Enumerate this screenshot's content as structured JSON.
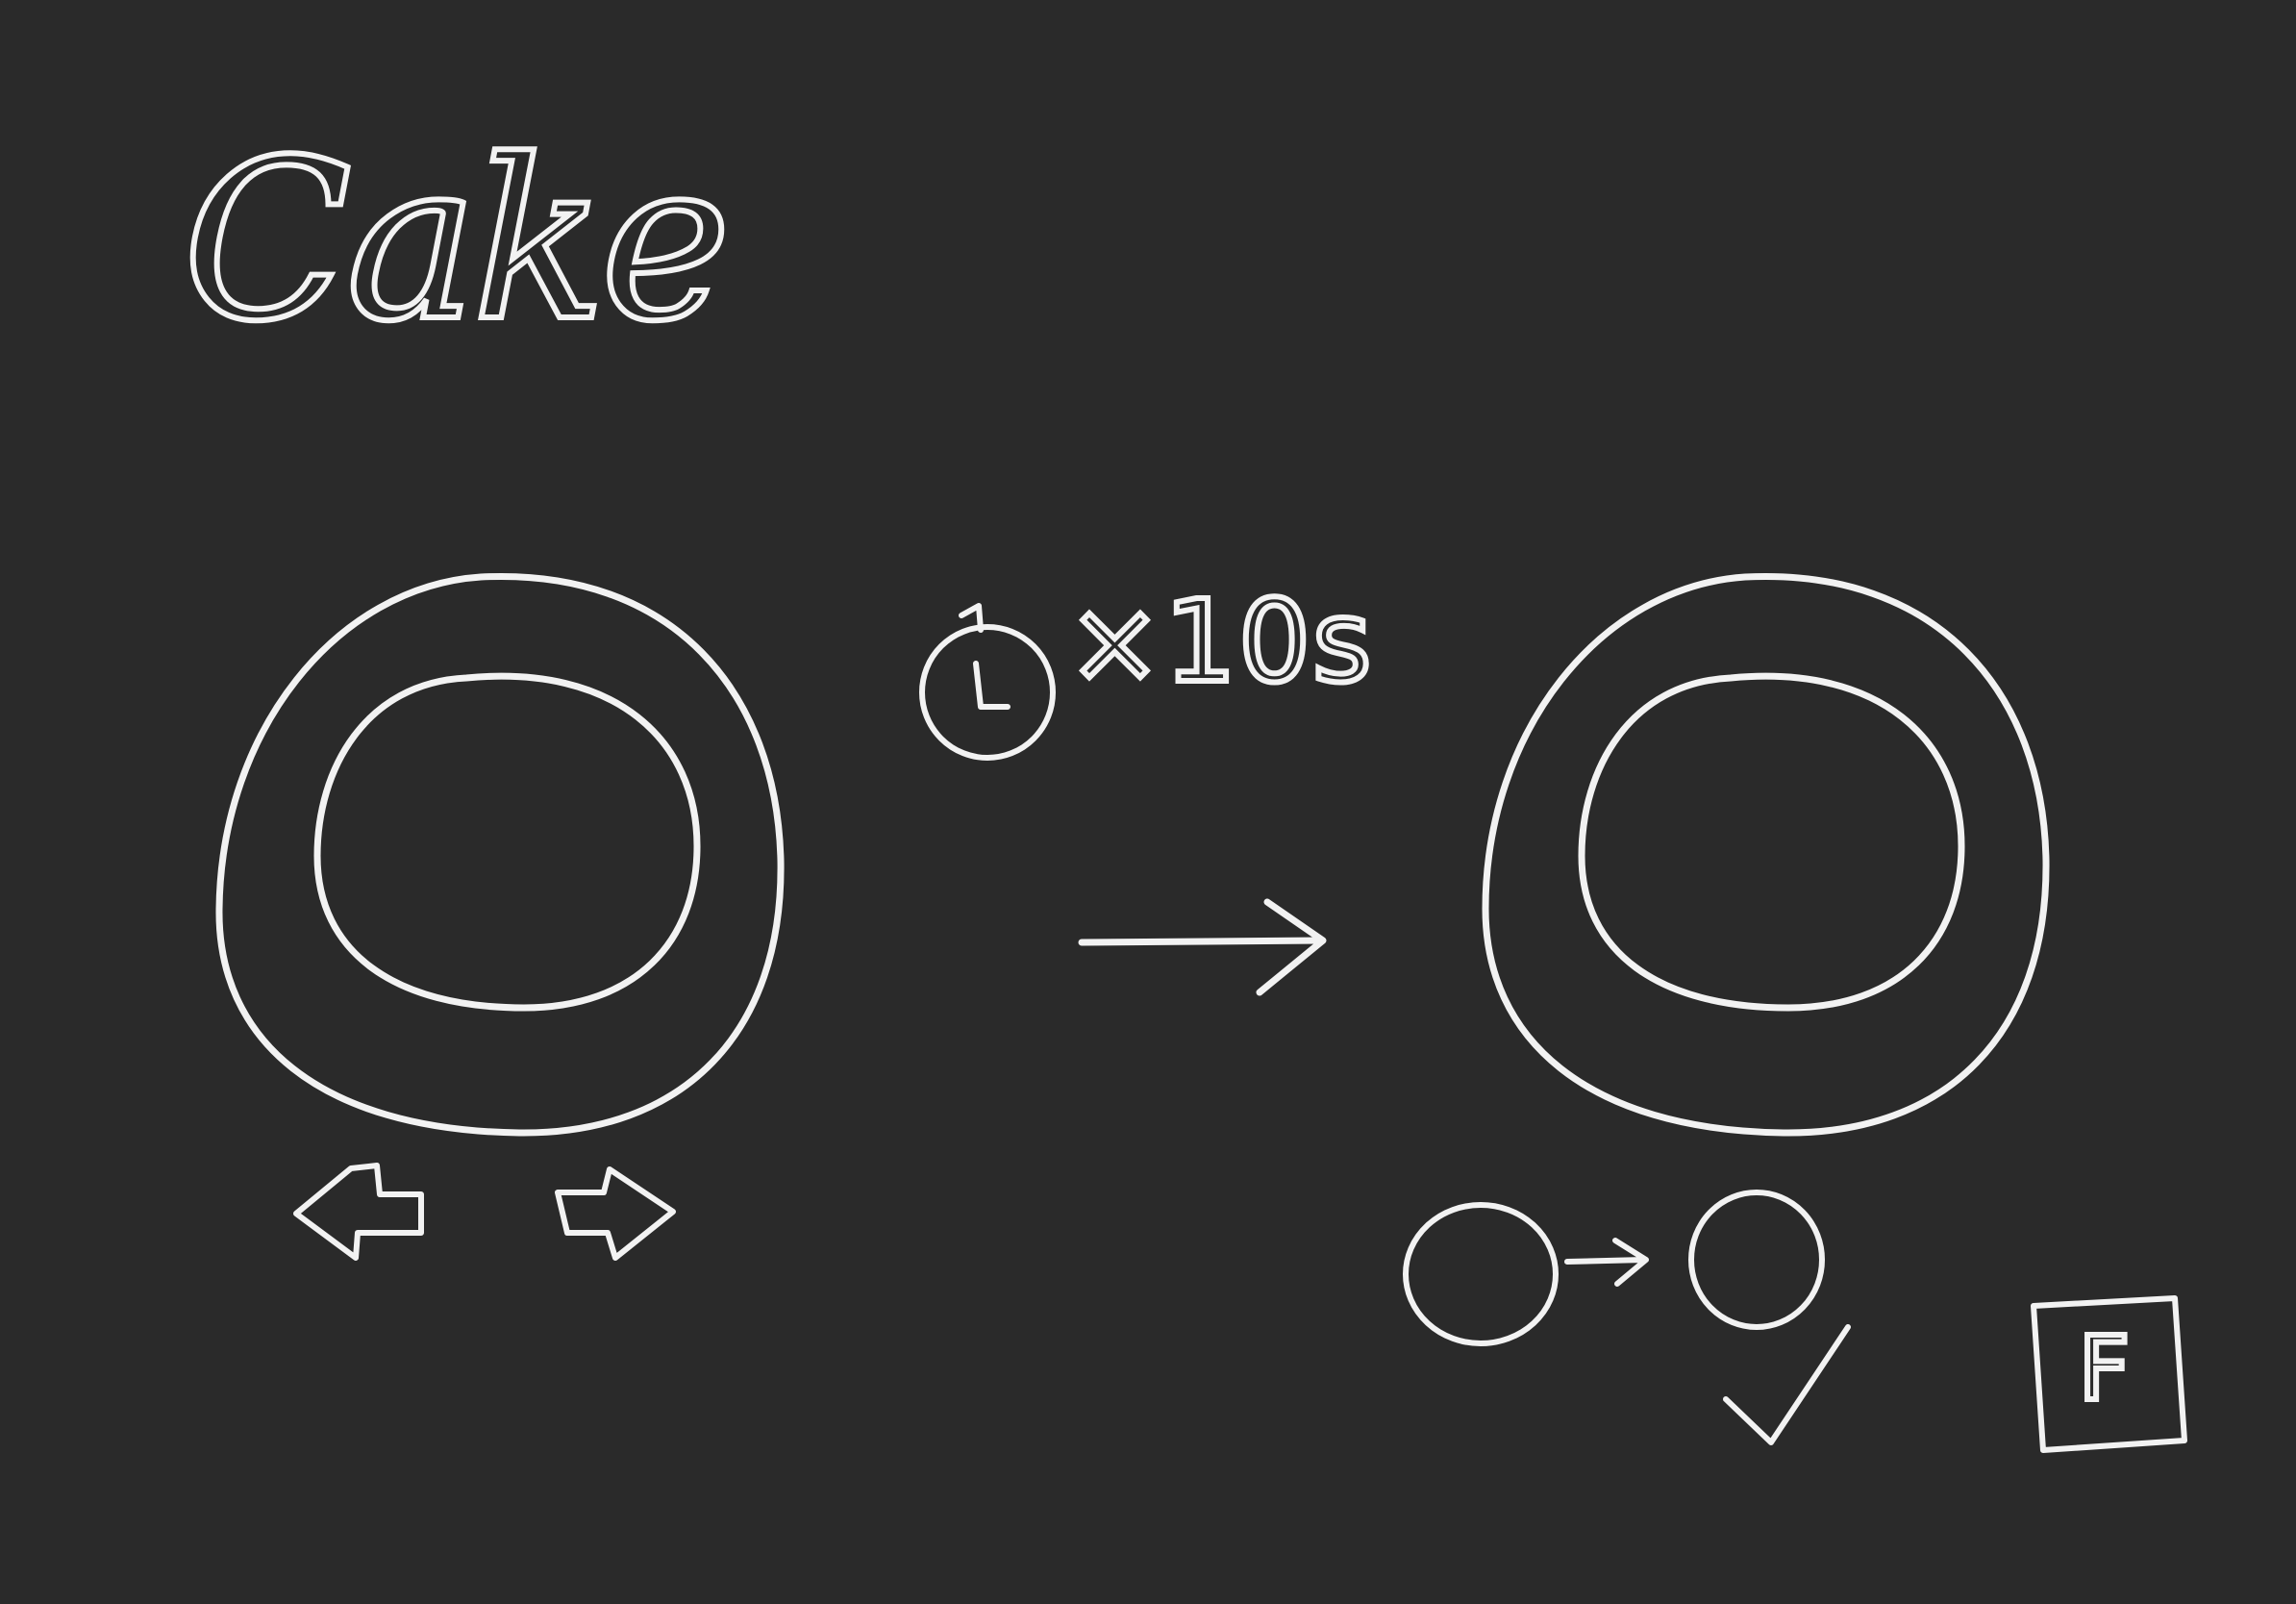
{
  "title": "Cake",
  "timer": {
    "icon": "stopwatch-icon",
    "label": "×10s"
  },
  "controls": {
    "left_icon": "left-arrow-icon",
    "right_icon": "right-arrow-icon"
  },
  "result": {
    "grow_from_icon": "small-circle-icon",
    "grow_arrow_icon": "small-arrow-icon",
    "grow_to_icon": "large-circle-icon",
    "check_icon": "checkmark-icon"
  },
  "key": {
    "letter": "F"
  },
  "colors": {
    "background": "#2a2a2a",
    "chalk": "#f2f2f2"
  }
}
